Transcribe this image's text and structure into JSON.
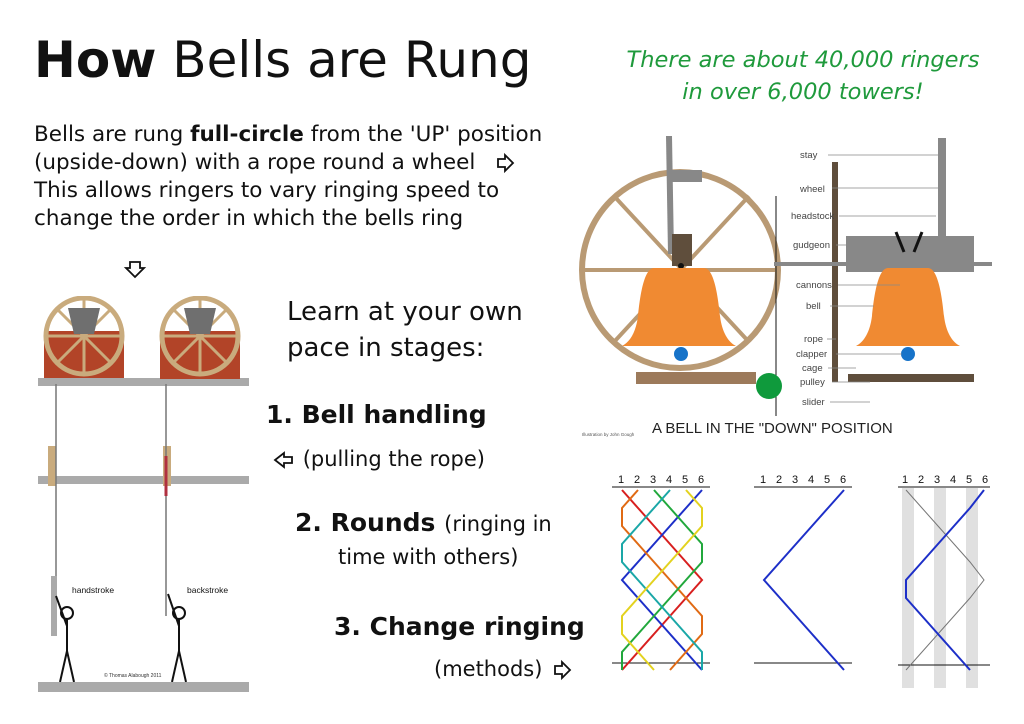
{
  "title": {
    "bold": "How",
    "rest": " Bells are Rung"
  },
  "intro": {
    "line1_pre": "Bells are rung ",
    "line1_bold": "full-circle",
    "line1_post": " from the 'UP' position",
    "line2": "(upside-down) with a rope round a wheel",
    "line3": "This allows ringers to vary ringing speed to",
    "line4": "change the order in which the bells ring"
  },
  "tagline": {
    "line1": "There are about 40,000 ringers",
    "line2": "in over 6,000 towers!"
  },
  "learn": {
    "line1": "Learn at your own",
    "line2": "pace in stages:"
  },
  "stages": {
    "s1_title": "1. Bell handling",
    "s1_note": "(pulling the rope)",
    "s2_title": "2. Rounds",
    "s2_note1": "(ringing in",
    "s2_note2": "time with others)",
    "s3_title": "3. Change ringing",
    "s3_note": "(methods)"
  },
  "ringers": {
    "handstroke": "handstroke",
    "backstroke": "backstroke",
    "credit": "© Thomas Alabough 2011"
  },
  "bell_diagram": {
    "caption": "A BELL IN THE \"DOWN\" POSITION",
    "credit": "Illustration by John Gough",
    "labels": [
      "stay",
      "wheel",
      "headstock",
      "gudgeon",
      "cannons",
      "bell",
      "rope",
      "clapper",
      "cage",
      "pulley",
      "slider"
    ]
  },
  "method_header": [
    "1",
    "2",
    "3",
    "4",
    "5",
    "6"
  ],
  "colors": {
    "tagline": "#1f9a3c",
    "bell": "#f08a32",
    "wood": "#b99a74",
    "line_blue": "#1d2fc8",
    "headstock": "#8a8a8a"
  },
  "icons": [
    "arrow-right-icon",
    "arrow-down-icon",
    "arrow-left-icon"
  ]
}
